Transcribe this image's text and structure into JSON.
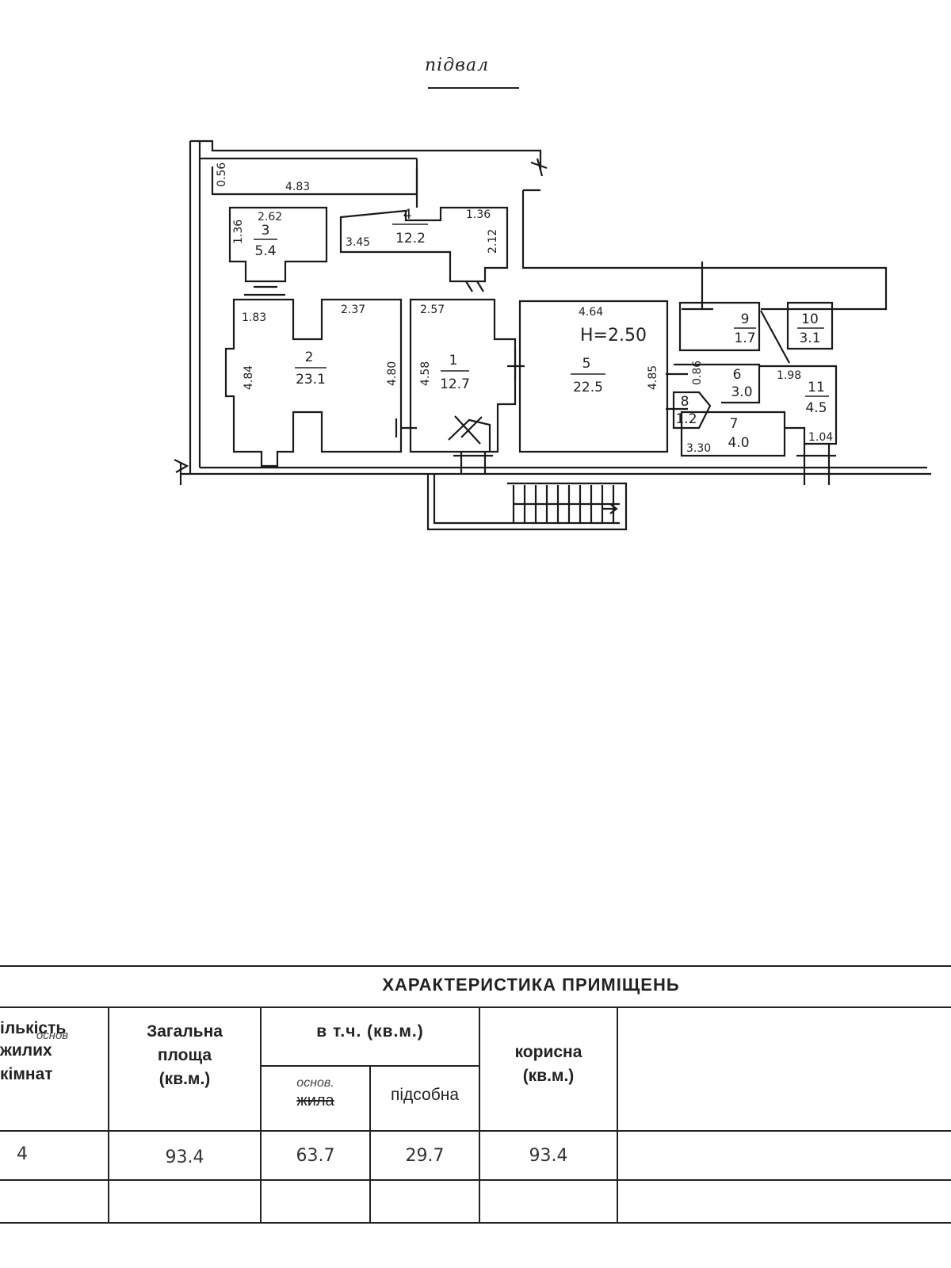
{
  "plan": {
    "title": "підвал",
    "dims": {
      "top_wall": "4.83",
      "left_narrow": "0.56",
      "r3_top": "2.62",
      "r3_side": "1.36",
      "r4_left": "3.45",
      "r4_top": "1.36",
      "r4_side": "2.12",
      "r2_top_a": "1.83",
      "r2_top_b": "2.37",
      "r2_left": "4.84",
      "r2_right": "4.80",
      "r1_top": "2.57",
      "r1_left": "4.58",
      "r5_top": "4.64",
      "r5_right": "4.85",
      "r6_small": "0.86",
      "r7_bottom": "3.30",
      "r11_top": "1.98",
      "r11_bottom": "1.04"
    },
    "height_note": "H=2.50",
    "rooms": [
      {
        "num": "1",
        "area": "12.7"
      },
      {
        "num": "2",
        "area": "23.1"
      },
      {
        "num": "3",
        "area": "5.4"
      },
      {
        "num": "4",
        "area": "12.2"
      },
      {
        "num": "5",
        "area": "22.5"
      },
      {
        "num": "6",
        "area": "3.0"
      },
      {
        "num": "7",
        "area": "4.0"
      },
      {
        "num": "8",
        "area": "1.2"
      },
      {
        "num": "9",
        "area": "1.7"
      },
      {
        "num": "10",
        "area": "3.1"
      },
      {
        "num": "11",
        "area": "4.5"
      }
    ]
  },
  "table": {
    "title": "ХАРАКТЕРИСТИКА ПРИМІЩЕНЬ",
    "col_rooms": [
      "ількість",
      "жилих",
      "кімнат"
    ],
    "col_rooms_overlay": "основ",
    "col_total": [
      "Загальна",
      "площа",
      "(кв.м.)"
    ],
    "col_incl": "в т.ч. (кв.м.)",
    "col_main": "жила",
    "col_main_overlay": "основ.",
    "col_aux": "підсобна",
    "col_useful": [
      "корисна",
      "(кв.м.)"
    ],
    "values": {
      "rooms": "4",
      "total": "93.4",
      "main": "63.7",
      "aux": "29.7",
      "useful": "93.4"
    }
  }
}
